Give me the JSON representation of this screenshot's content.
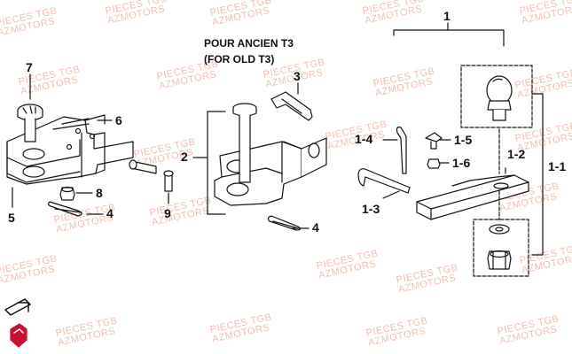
{
  "diagram": {
    "heading_line1": "POUR ANCIEN T3",
    "heading_line2": "(FOR OLD T3)",
    "callouts": {
      "c1": "1",
      "c2": "2",
      "c3": "3",
      "c4a": "4",
      "c4b": "4",
      "c5": "5",
      "c6": "6",
      "c7": "7",
      "c8": "8",
      "c9": "9",
      "c1_1": "1-1",
      "c1_2": "1-2",
      "c1_3": "1-3",
      "c1_4": "1-4",
      "c1_5": "1-5",
      "c1_6": "1-6"
    }
  },
  "watermark": {
    "line1": "PIECES TGB",
    "line2": "AZMOTORS",
    "color": "#f3b2a3"
  },
  "colors": {
    "line": "#111111",
    "fill": "#ffffff",
    "shade": "#d8d8d8",
    "logo_red": "#c8102e"
  }
}
